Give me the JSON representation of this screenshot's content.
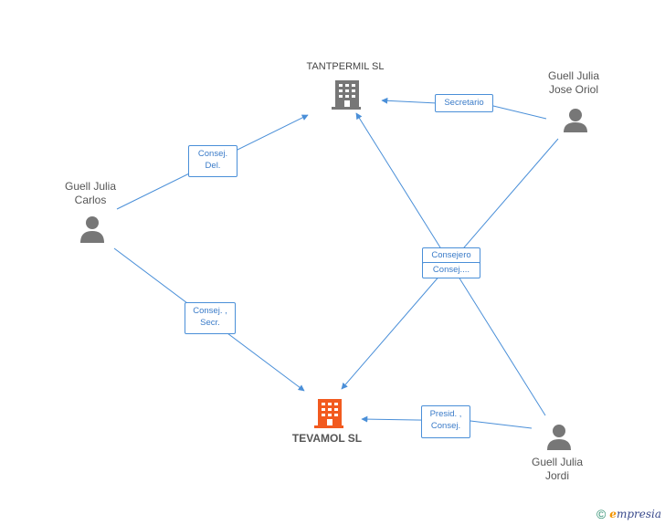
{
  "companies": {
    "tantpermil": {
      "name": "TANTPERMIL SL",
      "color": "#777777"
    },
    "tevamol": {
      "name": "TEVAMOL SL",
      "color": "#f25a1f"
    }
  },
  "persons": {
    "carlos": {
      "line1": "Guell Julia",
      "line2": "Carlos"
    },
    "jose_oriol": {
      "line1": "Guell Julia",
      "line2": "Jose Oriol"
    },
    "jordi": {
      "line1": "Guell Julia",
      "line2": "Jordi"
    }
  },
  "edge_labels": {
    "carlos_tantpermil": {
      "line1": "Consej.",
      "line2": "Del."
    },
    "carlos_tevamol": {
      "line1": "Consej. ,",
      "line2": "Secr."
    },
    "jose_tantpermil": {
      "line1": "Secretario"
    },
    "center": {
      "line1": "Consejero",
      "line2": "Consej...."
    },
    "jordi_tevamol": {
      "line1": "Presid. ,",
      "line2": "Consej."
    }
  },
  "footer": {
    "copyright": "©",
    "brand_first": "e",
    "brand_rest": "mpresia"
  },
  "colors": {
    "edge": "#4a8fd8",
    "person": "#777777",
    "accent": "#f25a1f"
  }
}
